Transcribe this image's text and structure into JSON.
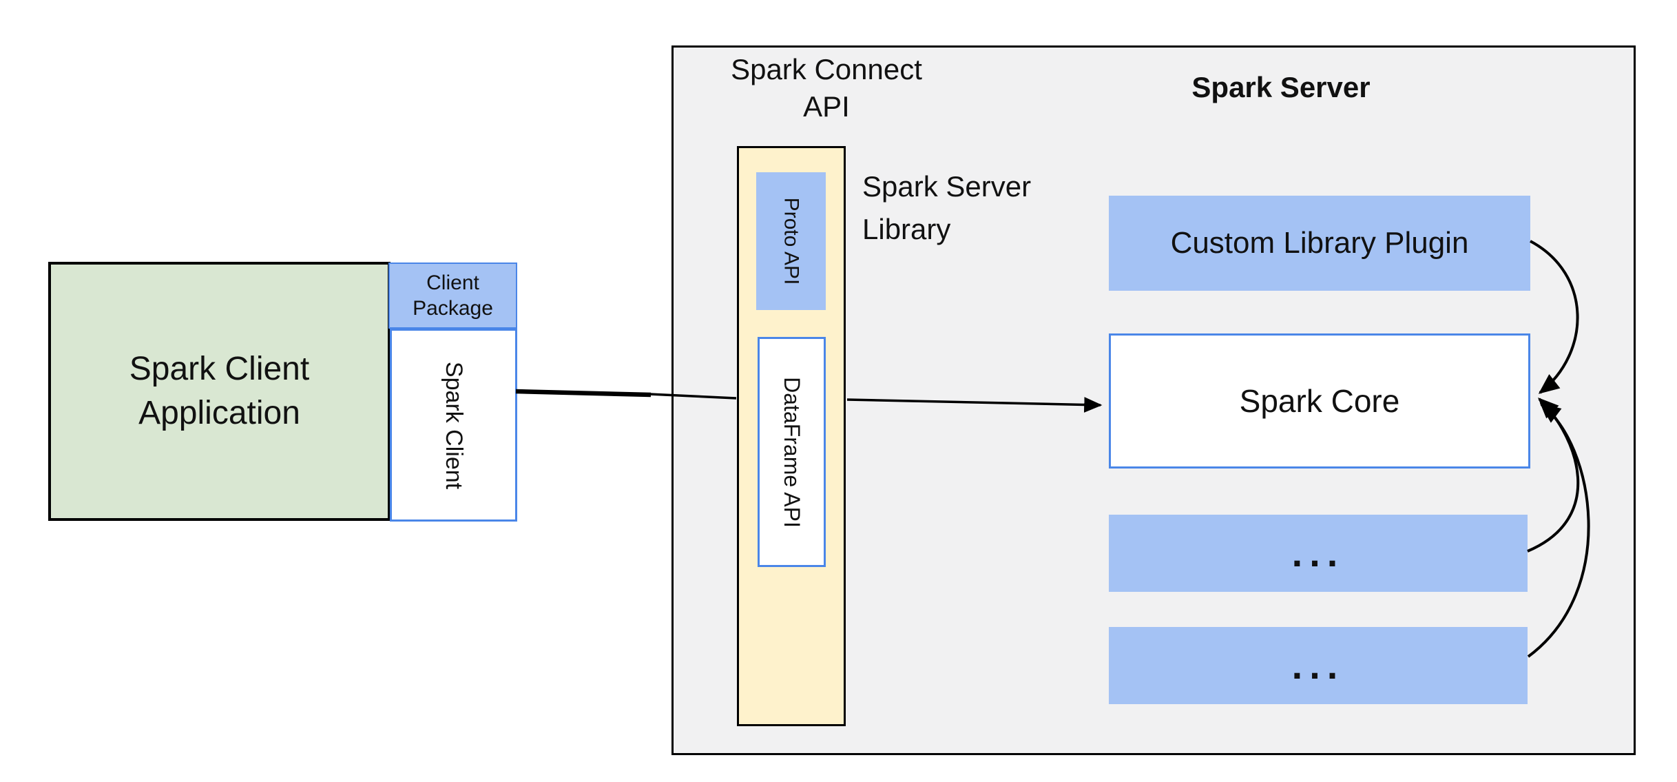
{
  "client_side": {
    "application": {
      "line1": "Spark Client",
      "line2": "Application"
    },
    "client_package": {
      "line1": "Client",
      "line2": "Package"
    },
    "spark_client_label": "Spark Client"
  },
  "connect_api": {
    "label": {
      "line1": "Spark Connect",
      "line2": "API"
    },
    "proto_api_label": "Proto API",
    "dataframe_api_label": "DataFrame API",
    "library_label": {
      "line1": "Spark Server",
      "line2": "Library"
    }
  },
  "server": {
    "title": "Spark Server",
    "custom_library_plugin_label": "Custom Library Plugin",
    "spark_core_label": "Spark Core",
    "plugin_placeholder_1": "...",
    "plugin_placeholder_2": "..."
  },
  "colors": {
    "panel_gray": "#F1F1F2",
    "box_blue": "#A4C2F4",
    "box_green": "#D9E7D2",
    "box_yellow": "#FEF2CC",
    "border_blue": "#4A86E8",
    "border_black": "#000000",
    "arrow_black": "#000000"
  }
}
